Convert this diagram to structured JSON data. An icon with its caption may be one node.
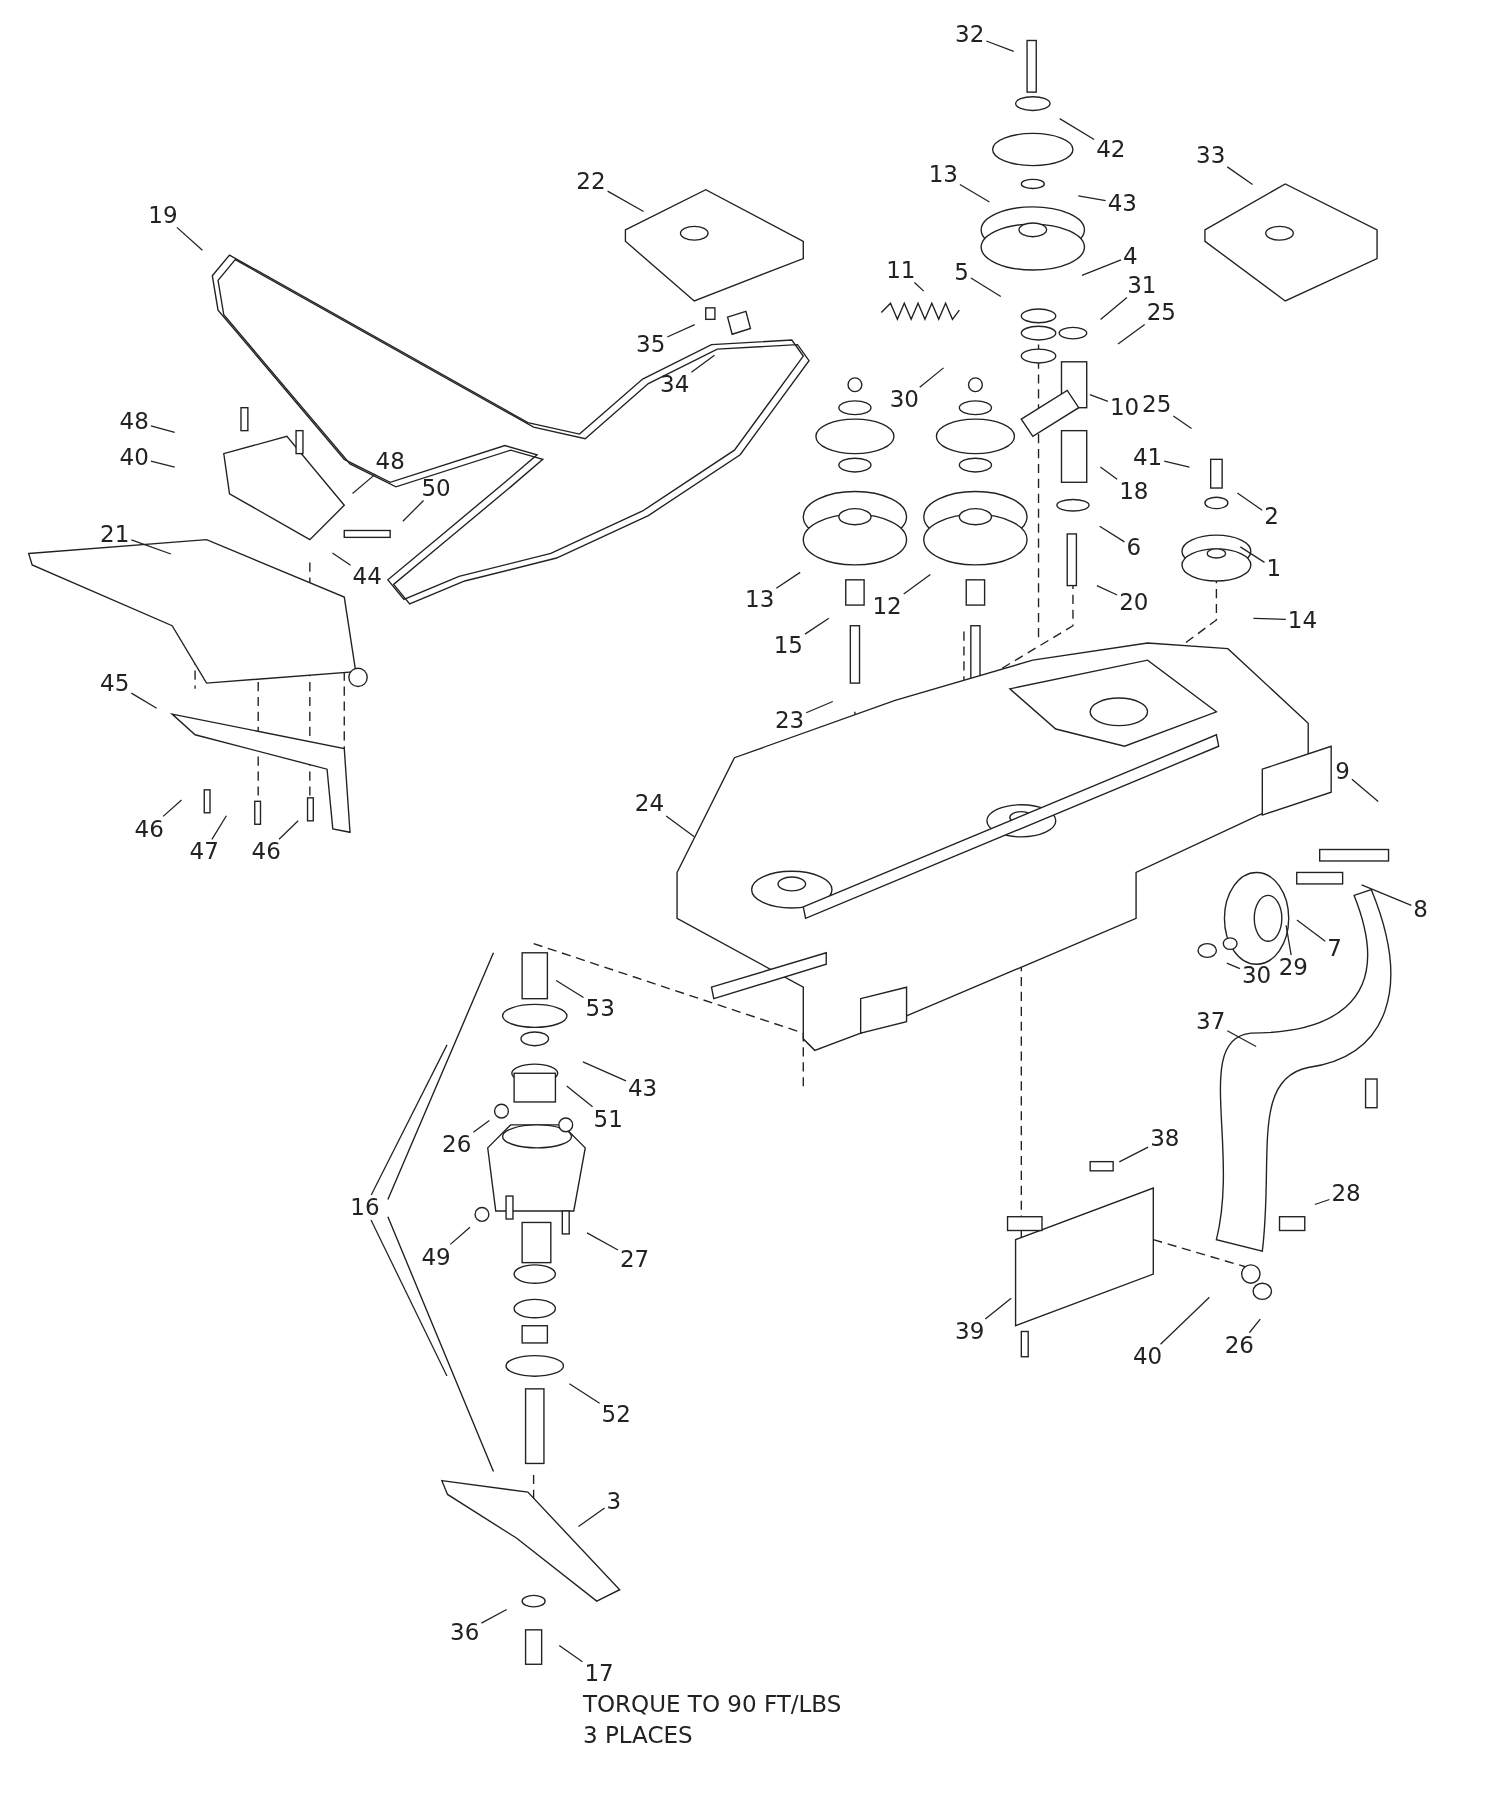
{
  "diagram": {
    "nodes": [
      {
        "text": [
          "32"
        ]
      },
      {
        "text": [
          "42"
        ]
      },
      {
        "text": [
          "43"
        ]
      },
      {
        "text": [
          "13"
        ]
      },
      {
        "text": [
          "22"
        ]
      },
      {
        "text": [
          "33"
        ]
      },
      {
        "text": [
          "19"
        ]
      },
      {
        "text": [
          "11"
        ]
      },
      {
        "text": [
          "5"
        ]
      },
      {
        "text": [
          "4"
        ]
      },
      {
        "text": [
          "31"
        ]
      },
      {
        "text": [
          "25"
        ]
      },
      {
        "text": [
          "35"
        ]
      },
      {
        "text": [
          "34"
        ]
      },
      {
        "text": [
          "30"
        ]
      },
      {
        "text": [
          "10"
        ]
      },
      {
        "text": [
          "25"
        ]
      },
      {
        "text": [
          "41"
        ]
      },
      {
        "text": [
          "2"
        ]
      },
      {
        "text": [
          "18"
        ]
      },
      {
        "text": [
          "6"
        ]
      },
      {
        "text": [
          "1"
        ]
      },
      {
        "text": [
          "14"
        ]
      },
      {
        "text": [
          "20"
        ]
      },
      {
        "text": [
          "48"
        ]
      },
      {
        "text": [
          "40"
        ]
      },
      {
        "text": [
          "48"
        ]
      },
      {
        "text": [
          "50"
        ]
      },
      {
        "text": [
          "44"
        ]
      },
      {
        "text": [
          "21"
        ]
      },
      {
        "text": [
          "13"
        ]
      },
      {
        "text": [
          "12"
        ]
      },
      {
        "text": [
          "15"
        ]
      },
      {
        "text": [
          "23"
        ]
      },
      {
        "text": [
          "45"
        ]
      },
      {
        "text": [
          "46"
        ]
      },
      {
        "text": [
          "47"
        ]
      },
      {
        "text": [
          "46"
        ]
      },
      {
        "text": [
          "24"
        ]
      },
      {
        "text": [
          "9"
        ]
      },
      {
        "text": [
          "8"
        ]
      },
      {
        "text": [
          "7"
        ]
      },
      {
        "text": [
          "30"
        ]
      },
      {
        "text": [
          "29"
        ]
      },
      {
        "text": [
          "53"
        ]
      },
      {
        "text": [
          "43"
        ]
      },
      {
        "text": [
          "51"
        ]
      },
      {
        "text": [
          "26"
        ]
      },
      {
        "text": [
          "16"
        ]
      },
      {
        "text": [
          "27"
        ]
      },
      {
        "text": [
          "49"
        ]
      },
      {
        "text": [
          "52"
        ]
      },
      {
        "text": [
          "3"
        ]
      },
      {
        "text": [
          "36"
        ]
      },
      {
        "text": [
          "17"
        ]
      },
      {
        "text": [
          "37"
        ]
      },
      {
        "text": [
          "38"
        ]
      },
      {
        "text": [
          "28"
        ]
      },
      {
        "text": [
          "39"
        ]
      },
      {
        "text": [
          "40"
        ]
      },
      {
        "text": [
          "26"
        ]
      }
    ],
    "edges": [
      {
        "from": 0,
        "to": null,
        "arrow": "none"
      },
      {
        "from": 1,
        "to": null,
        "arrow": "none"
      },
      {
        "from": 2,
        "to": null,
        "arrow": "none"
      },
      {
        "from": 3,
        "to": null,
        "arrow": "none"
      },
      {
        "from": 4,
        "to": null,
        "arrow": "none"
      },
      {
        "from": 5,
        "to": null,
        "arrow": "none"
      },
      {
        "from": 6,
        "to": null,
        "arrow": "none"
      },
      {
        "from": 7,
        "to": null,
        "arrow": "none"
      },
      {
        "from": 8,
        "to": null,
        "arrow": "none"
      },
      {
        "from": 9,
        "to": null,
        "arrow": "none"
      },
      {
        "from": 10,
        "to": null,
        "arrow": "none"
      },
      {
        "from": 11,
        "to": null,
        "arrow": "none"
      },
      {
        "from": 12,
        "to": null,
        "arrow": "none"
      },
      {
        "from": 13,
        "to": null,
        "arrow": "none"
      },
      {
        "from": 14,
        "to": null,
        "arrow": "none"
      },
      {
        "from": 15,
        "to": null,
        "arrow": "none"
      },
      {
        "from": 16,
        "to": null,
        "arrow": "none"
      },
      {
        "from": 17,
        "to": null,
        "arrow": "none"
      },
      {
        "from": 18,
        "to": null,
        "arrow": "none"
      },
      {
        "from": 19,
        "to": null,
        "arrow": "none"
      },
      {
        "from": 20,
        "to": null,
        "arrow": "none"
      },
      {
        "from": 21,
        "to": null,
        "arrow": "none"
      },
      {
        "from": 22,
        "to": null,
        "arrow": "none"
      },
      {
        "from": 23,
        "to": null,
        "arrow": "none"
      },
      {
        "from": 24,
        "to": null,
        "arrow": "none"
      },
      {
        "from": 25,
        "to": null,
        "arrow": "none"
      },
      {
        "from": 26,
        "to": null,
        "arrow": "none"
      },
      {
        "from": 27,
        "to": null,
        "arrow": "none"
      },
      {
        "from": 28,
        "to": null,
        "arrow": "none"
      },
      {
        "from": 29,
        "to": null,
        "arrow": "none"
      },
      {
        "from": 30,
        "to": null,
        "arrow": "none"
      },
      {
        "from": 31,
        "to": null,
        "arrow": "none"
      },
      {
        "from": 32,
        "to": null,
        "arrow": "none"
      },
      {
        "from": 33,
        "to": null,
        "arrow": "none"
      },
      {
        "from": 34,
        "to": null,
        "arrow": "none"
      },
      {
        "from": 35,
        "to": null,
        "arrow": "none"
      },
      {
        "from": 36,
        "to": null,
        "arrow": "none"
      },
      {
        "from": 37,
        "to": null,
        "arrow": "none"
      },
      {
        "from": 38,
        "to": null,
        "arrow": "none"
      },
      {
        "from": 39,
        "to": null,
        "arrow": "none"
      },
      {
        "from": 40,
        "to": null,
        "arrow": "none"
      },
      {
        "from": 41,
        "to": null,
        "arrow": "none"
      },
      {
        "from": 42,
        "to": null,
        "arrow": "none"
      },
      {
        "from": 43,
        "to": null,
        "arrow": "none"
      },
      {
        "from": 44,
        "to": null,
        "arrow": "none"
      },
      {
        "from": 45,
        "to": null,
        "arrow": "none"
      },
      {
        "from": 46,
        "to": null,
        "arrow": "none"
      },
      {
        "from": 47,
        "to": null,
        "arrow": "none"
      },
      {
        "from": 48,
        "to": null,
        "arrow": "none"
      },
      {
        "from": 48,
        "to": null,
        "arrow": "none"
      },
      {
        "from": 49,
        "to": null,
        "arrow": "none"
      },
      {
        "from": 50,
        "to": null,
        "arrow": "none"
      },
      {
        "from": 51,
        "to": null,
        "arrow": "none"
      },
      {
        "from": 52,
        "to": null,
        "arrow": "none"
      },
      {
        "from": 53,
        "to": null,
        "arrow": "none"
      },
      {
        "from": 54,
        "to": null,
        "arrow": "none"
      },
      {
        "from": 55,
        "to": null,
        "arrow": "none"
      },
      {
        "from": 56,
        "to": null,
        "arrow": "none"
      },
      {
        "from": 57,
        "to": null,
        "arrow": "none"
      },
      {
        "from": 58,
        "to": null,
        "arrow": "none"
      },
      {
        "from": 59,
        "to": null,
        "arrow": "none"
      },
      {
        "from": 60,
        "to": null,
        "arrow": "none"
      }
    ],
    "labels": [
      "TORQUE TO 90 FT/LBS 3 PLACES"
    ]
  }
}
